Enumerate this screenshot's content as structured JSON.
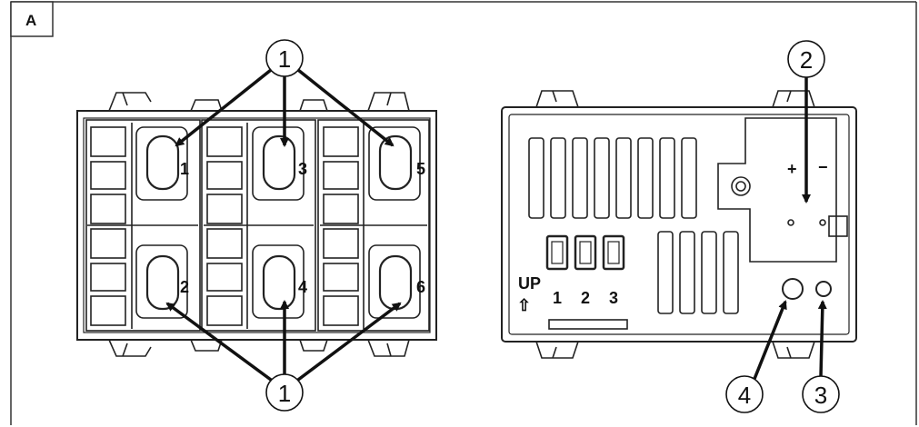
{
  "panel_label": "A",
  "left_device": {
    "callout_top": "1",
    "callout_bottom": "1",
    "slot_labels": [
      "1",
      "2",
      "3",
      "4",
      "5",
      "6"
    ]
  },
  "right_device": {
    "callout_2": "2",
    "callout_3": "3",
    "callout_4": "4",
    "polarity_plus": "+",
    "polarity_minus": "−",
    "up_label": "UP",
    "up_arrow": "⇧",
    "switch_labels": [
      "1",
      "2",
      "3"
    ]
  }
}
